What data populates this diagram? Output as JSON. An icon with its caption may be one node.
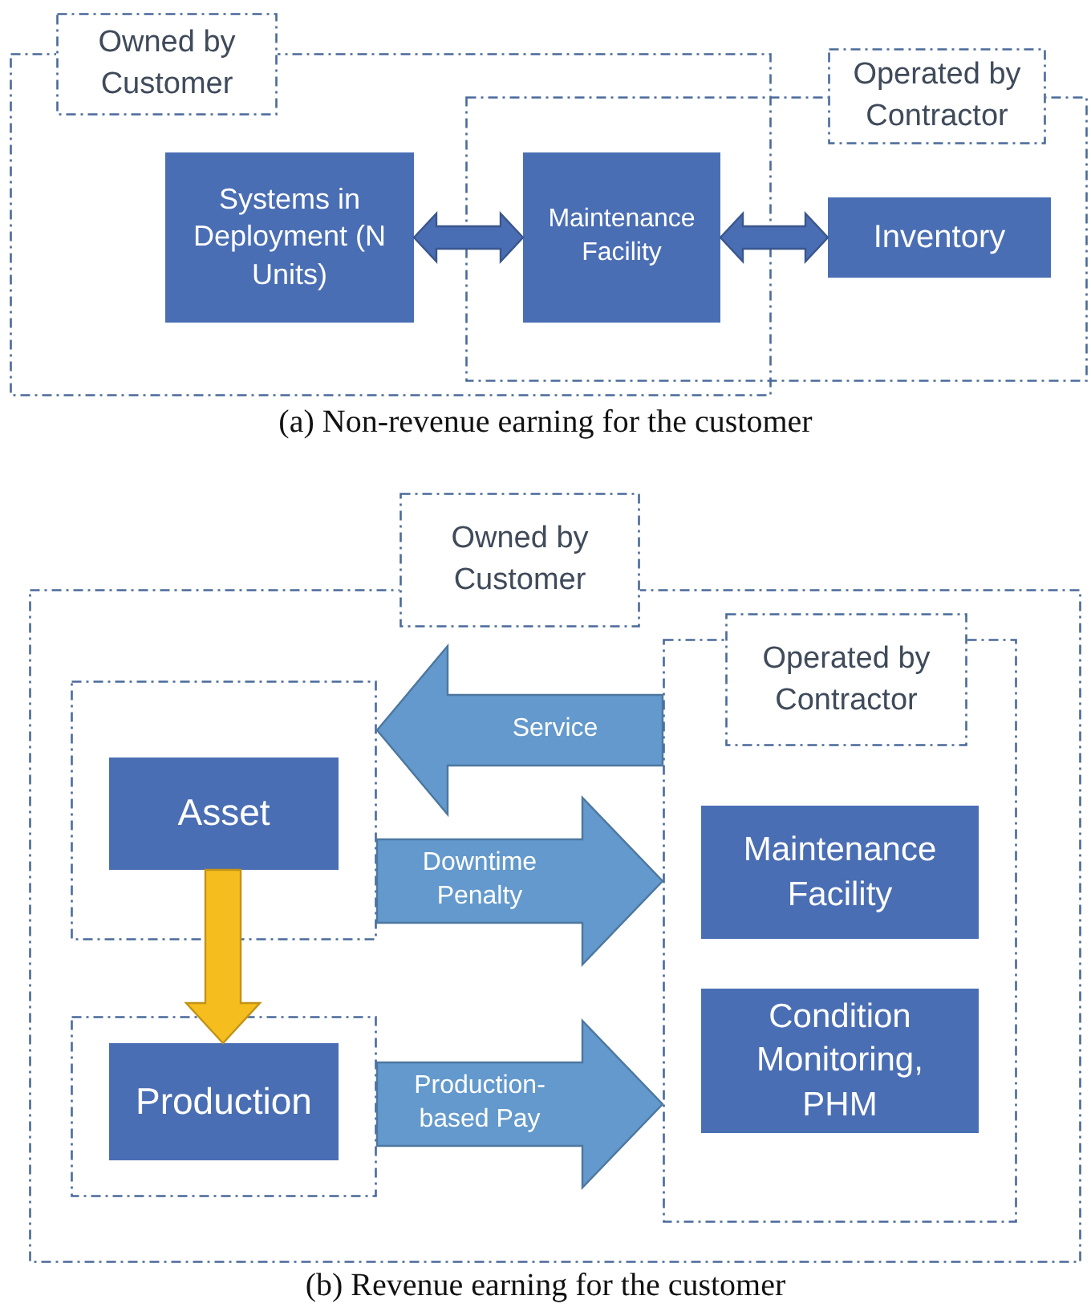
{
  "diagram": {
    "nodes": [
      {
        "text": [
          "Owned by Customer"
        ]
      },
      {
        "text": [
          "Operated by Contractor"
        ]
      },
      {
        "text": [
          "Systems in Deployment (N Units)"
        ],
        "in": 0
      },
      {
        "text": [
          "Maintenance Facility"
        ]
      },
      {
        "text": [
          "Inventory"
        ],
        "in": 1
      },
      {
        "text": [
          "Owned by Customer"
        ]
      },
      {
        "text": [
          "Operated by Contractor"
        ],
        "in": 5
      },
      {
        "text": [],
        "shape": "box",
        "in": 5
      },
      {
        "text": [
          "Asset"
        ],
        "in": 7
      },
      {
        "text": [],
        "shape": "box",
        "in": 5
      },
      {
        "text": [
          "Production"
        ],
        "in": 9
      },
      {
        "text": [
          "Maintenance Facility"
        ],
        "in": 6
      },
      {
        "text": [
          "Condition Monitoring, PHM"
        ],
        "in": 6
      }
    ],
    "edges": [
      {
        "from": 2,
        "to": 3,
        "arrow": "both",
        "color": "#4a6eb4"
      },
      {
        "from": 3,
        "to": 4,
        "arrow": "both",
        "color": "#4a6eb4"
      },
      {
        "from": 6,
        "to": 7,
        "arrow": "to",
        "label": "Service"
      },
      {
        "from": 7,
        "to": 6,
        "arrow": "to",
        "label": "Downtime Penalty"
      },
      {
        "from": 9,
        "to": 6,
        "arrow": "to",
        "label": "Production-based Pay"
      },
      {
        "from": 8,
        "to": 10,
        "arrow": "to",
        "color": "#f6bd1e"
      }
    ],
    "labels": [
      "(a) Non-revenue earning for the customer",
      "(b) Revenue earning for the customer"
    ]
  }
}
